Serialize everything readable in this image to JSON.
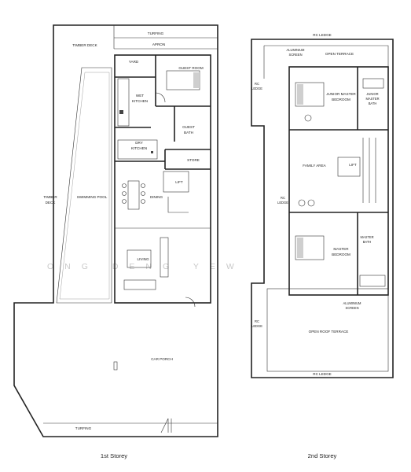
{
  "watermark": "ONG DENG YEW",
  "first_storey": {
    "caption": "1st Storey",
    "labels": {
      "turfing_top": "TURFING",
      "apron": "APRON",
      "timber_deck_top": "TIMBER DECK",
      "yard": "YARD",
      "guest_room": "GUEST ROOM",
      "wet_kitchen_1": "WET",
      "wet_kitchen_2": "KITCHEN",
      "guest_bath_1": "GUEST",
      "guest_bath_2": "BATH",
      "dry_kitchen_1": "DRY",
      "dry_kitchen_2": "KITCHEN",
      "store": "STORE",
      "lift": "LIFT",
      "dining": "DINING",
      "timber_deck_side_1": "TIMBER",
      "timber_deck_side_2": "DECK",
      "swimming_pool": "SWIMMING POOL",
      "living": "LIVING",
      "car_porch": "CAR PORCH",
      "turfing_bottom": "TURFING"
    }
  },
  "second_storey": {
    "caption": "2nd Storey",
    "labels": {
      "rc_ledge_top": "RC LEDGE",
      "aluminium_screen_top_1": "ALUMINIUM",
      "aluminium_screen_top_2": "SCREEN",
      "open_terrace": "OPEN TERRACE",
      "rc_ledge_left_1": "RC",
      "rc_ledge_left_2": "LEDGE",
      "junior_master_bedroom_1": "JUNIOR MASTER",
      "junior_master_bedroom_2": "BEDROOM",
      "junior_master_bath_1": "JUNIOR",
      "junior_master_bath_2": "MASTER",
      "junior_master_bath_3": "BATH",
      "family_area": "FAMILY AREA",
      "lift": "LIFT",
      "rc_ledge_mid_1": "RC",
      "rc_ledge_mid_2": "LEDGE",
      "master_bath_1": "MASTER",
      "master_bath_2": "BATH",
      "master_bedroom_1": "MASTER",
      "master_bedroom_2": "BEDROOM",
      "aluminium_screen_bottom_1": "ALUMINIUM",
      "aluminium_screen_bottom_2": "SCREEN",
      "rc_ledge_low_1": "RC",
      "rc_ledge_low_2": "LEDGE",
      "open_roof_terrace": "OPEN ROOF TERRACE",
      "rc_ledge_bottom": "RC LEDGE"
    }
  }
}
